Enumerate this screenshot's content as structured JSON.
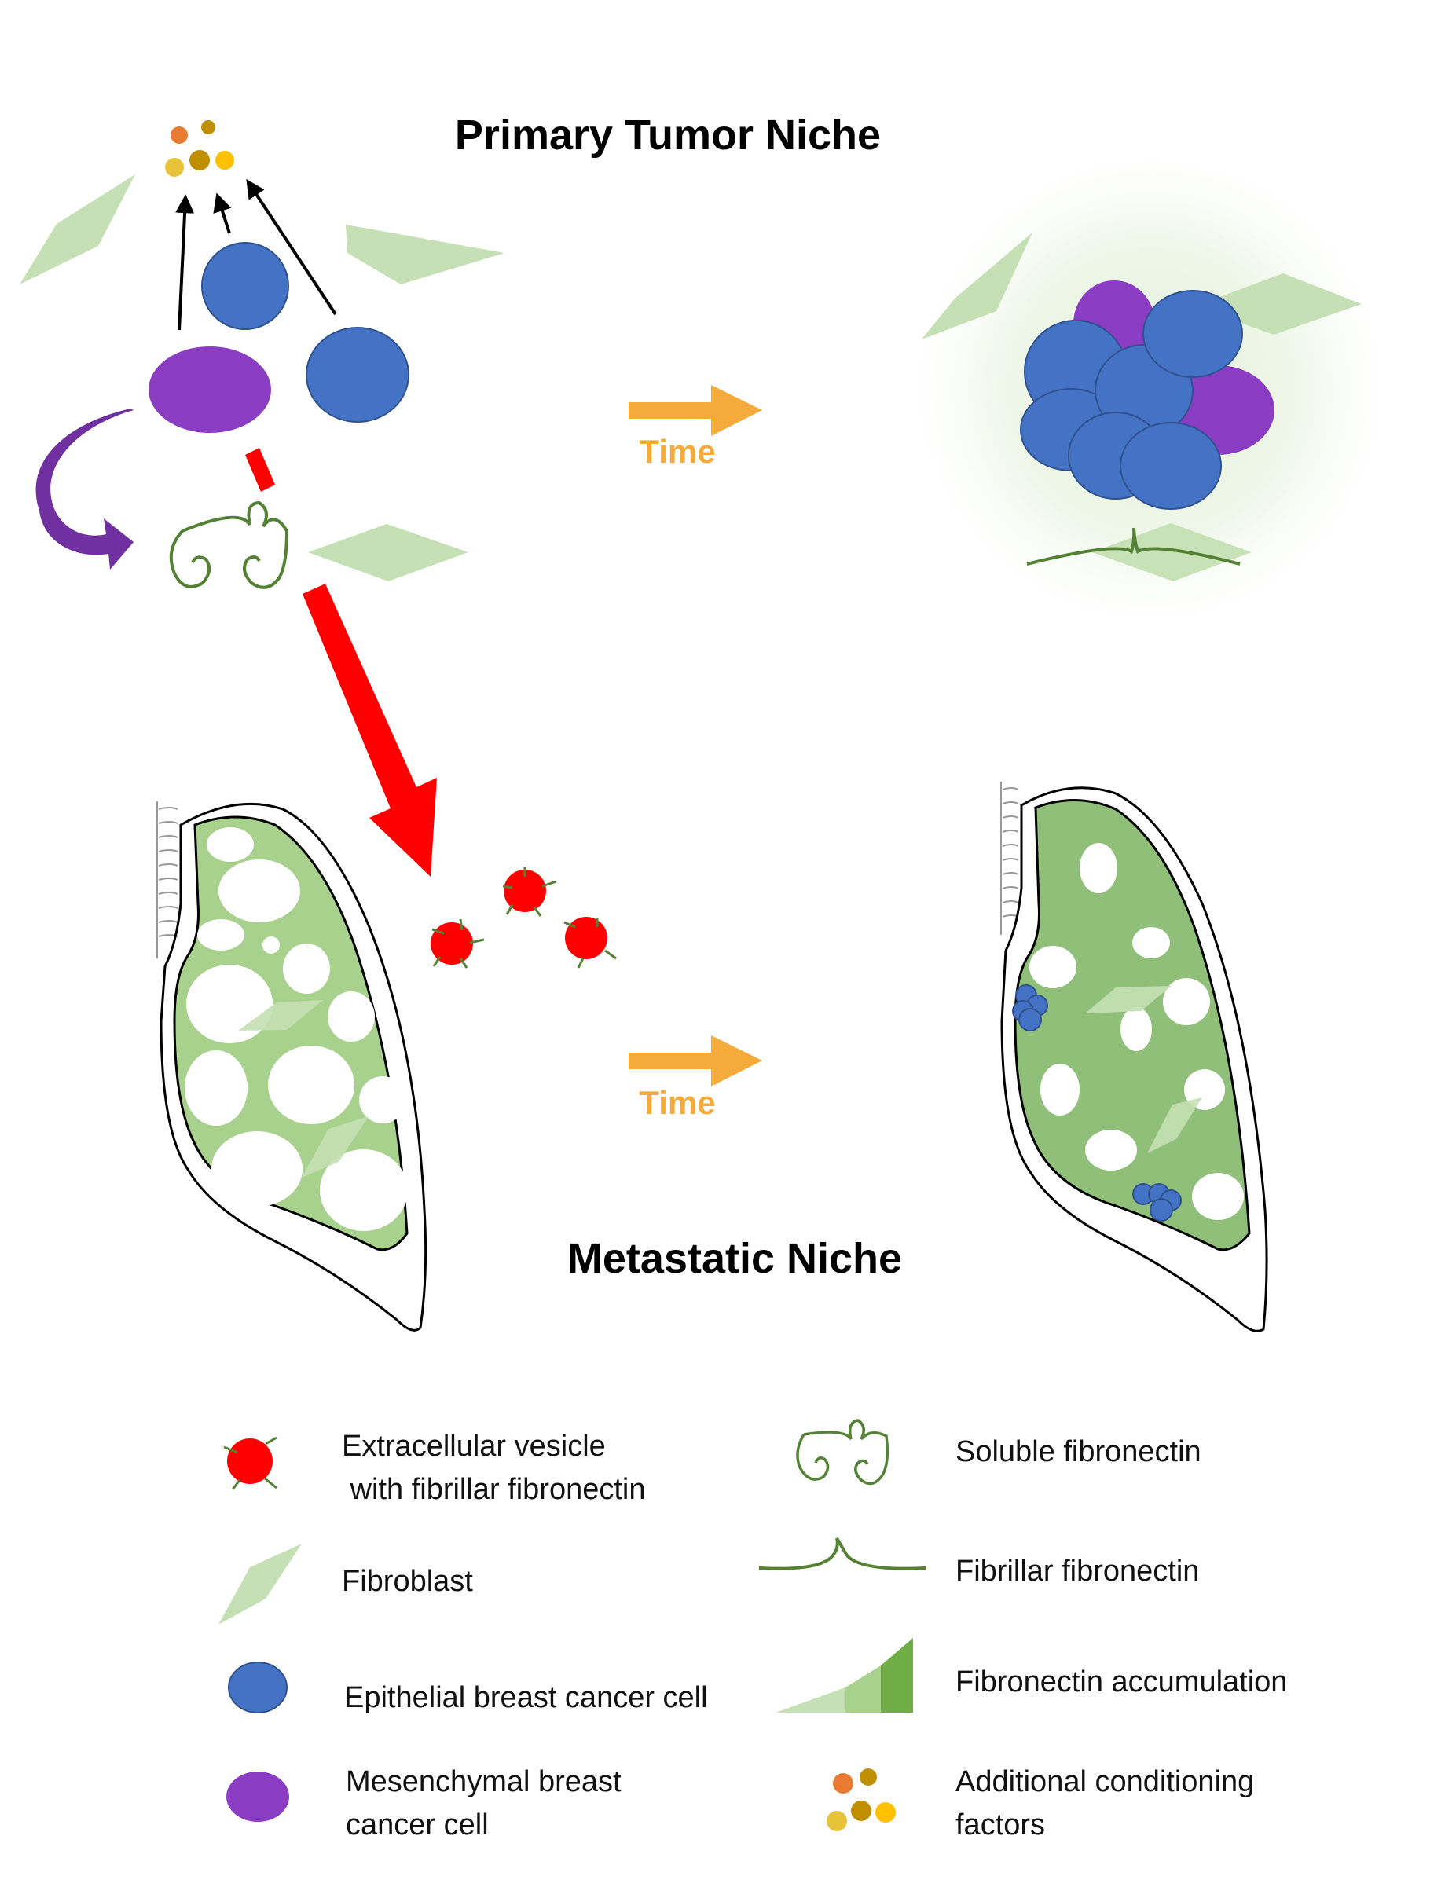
{
  "titles": {
    "primary": "Primary Tumor Niche",
    "metastatic": "Metastatic Niche"
  },
  "arrows": {
    "time_top": "Time",
    "time_bottom": "Time"
  },
  "legend": {
    "vesicle": [
      "Extracellular vesicle",
      " with fibrillar fibronectin"
    ],
    "fibroblast": "Fibroblast",
    "epithelial": "Epithelial breast cancer cell",
    "mesenchymal": [
      "Mesenchymal breast",
      "cancer cell"
    ],
    "soluble_fn": "Soluble fibronectin",
    "fibrillar_fn": "Fibrillar fibronectin",
    "fn_accumulation": "Fibronectin accumulation",
    "conditioning": [
      "Additional conditioning",
      "factors"
    ]
  },
  "colors": {
    "epithelial": "#4472c4",
    "mesenchymal": "#8a3cc2",
    "vesicle": "#ff0000",
    "fibroblast": "#c5e0b4",
    "fibronectin": "#548235",
    "time_arrow": "#f5ab3c",
    "lung_early": "#a9d18e",
    "lung_late": "#8fbf78"
  }
}
